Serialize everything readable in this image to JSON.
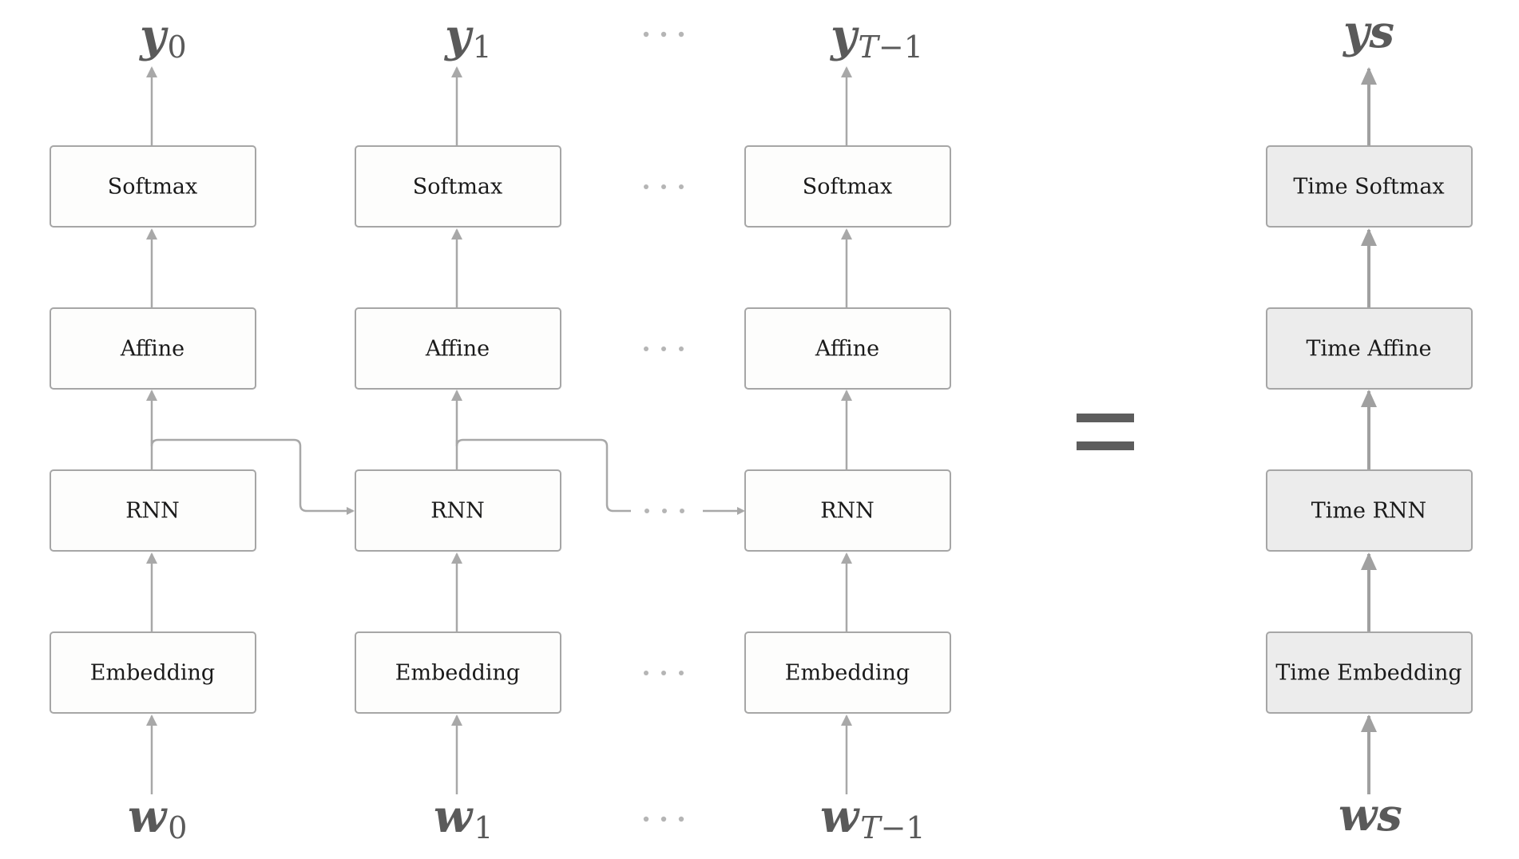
{
  "columns": [
    {
      "output": {
        "base": "y",
        "sub": "0"
      },
      "input": {
        "base": "w",
        "sub": "0"
      },
      "layers": [
        "Softmax",
        "Affine",
        "RNN",
        "Embedding"
      ]
    },
    {
      "output": {
        "base": "y",
        "sub": "1"
      },
      "input": {
        "base": "w",
        "sub": "1"
      },
      "layers": [
        "Softmax",
        "Affine",
        "RNN",
        "Embedding"
      ]
    },
    {
      "output": {
        "base": "y",
        "sub_italic": "T",
        "sub": "−1"
      },
      "input": {
        "base": "w",
        "sub_italic": "T",
        "sub": "−1"
      },
      "layers": [
        "Softmax",
        "Affine",
        "RNN",
        "Embedding"
      ]
    }
  ],
  "time_column": {
    "output": "ys",
    "input": "ws",
    "layers": [
      "Time Softmax",
      "Time Affine",
      "Time RNN",
      "Time Embedding"
    ]
  },
  "equals_sign": "=",
  "colors": {
    "box_fill": "#fdfdfc",
    "time_box_fill": "#ececec",
    "box_stroke": "#a6a6a6",
    "arrow": "#a8a8a8",
    "io_text": "#5a5a5a"
  }
}
